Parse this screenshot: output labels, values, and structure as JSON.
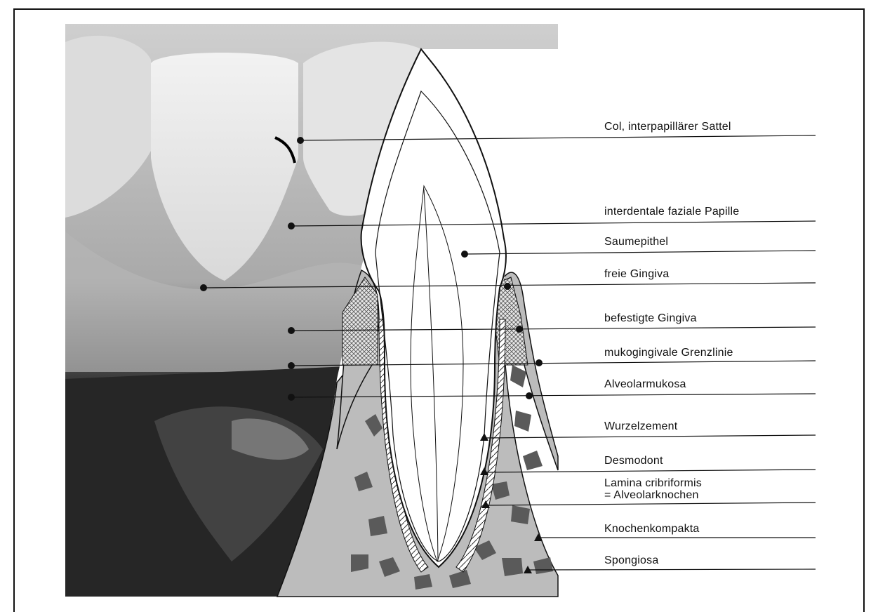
{
  "labels": [
    {
      "id": "col",
      "text": "Col, interpapillärer Sattel"
    },
    {
      "id": "papille",
      "text": "interdentale faziale Papille"
    },
    {
      "id": "saumepithel",
      "text": "Saumepithel"
    },
    {
      "id": "freie",
      "text": "freie Gingiva"
    },
    {
      "id": "befestigte",
      "text": "befestigte Gingiva"
    },
    {
      "id": "mukogingival",
      "text": "mukogingivale Grenzlinie"
    },
    {
      "id": "alveolarmukosa",
      "text": "Alveolarmukosa"
    },
    {
      "id": "wurzelzement",
      "text": "Wurzelzement"
    },
    {
      "id": "desmodont",
      "text": "Desmodont"
    },
    {
      "id": "lamina_line1",
      "text": "Lamina cribriformis"
    },
    {
      "id": "lamina_line2",
      "text": "= Alveolarknochen"
    },
    {
      "id": "knochenkompakta",
      "text": "Knochenkompakta"
    },
    {
      "id": "spongiosa",
      "text": "Spongiosa"
    }
  ],
  "colors": {
    "line": "#111111",
    "bone": "#bcbcbc",
    "bone_dark": "#5a5a5a",
    "epithel": "#cfcfcf",
    "tooth": "#ffffff"
  }
}
